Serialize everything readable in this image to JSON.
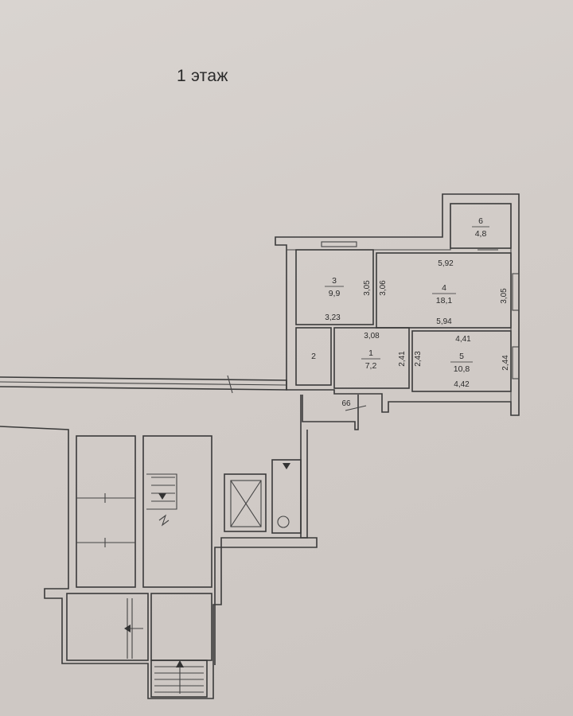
{
  "title": "1 этаж",
  "colors": {
    "wall": "#3a3a3a",
    "paper": "#d6d0cc"
  },
  "rooms": [
    {
      "id": "6",
      "number": "6",
      "area": "4,8"
    },
    {
      "id": "3",
      "number": "3",
      "area": "9,9"
    },
    {
      "id": "4",
      "number": "4",
      "area": "18,1"
    },
    {
      "id": "2",
      "number": "2"
    },
    {
      "id": "1",
      "number": "1",
      "area": "7,2"
    },
    {
      "id": "5",
      "number": "5",
      "area": "10,8"
    }
  ],
  "dimensions": {
    "room4_top": "5,92",
    "room3_right": "3,05",
    "room4_left": "3,06",
    "room4_right": "3,05",
    "room3_bottom": "3,23",
    "room1_top": "3,08",
    "room4_bottom": "5,94",
    "room5_top": "4,41",
    "room1_right": "2,41",
    "room5_left": "2,43",
    "room5_right": "2,44",
    "room5_bottom": "4,42",
    "corridor": "66"
  }
}
